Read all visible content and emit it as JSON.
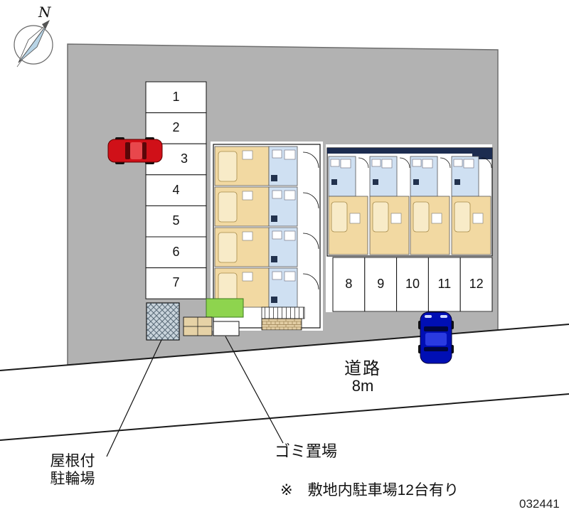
{
  "meta": {
    "plan_number": "032441"
  },
  "compass": {
    "north_label": "N"
  },
  "parking": {
    "left_column": [
      "1",
      "2",
      "3",
      "4",
      "5",
      "6",
      "7"
    ],
    "bottom_row": [
      "8",
      "9",
      "10",
      "11",
      "12"
    ]
  },
  "labels": {
    "road": "道路",
    "road_width": "8m",
    "covered_bike_parking_line1": "屋根付",
    "covered_bike_parking_line2": "駐輪場",
    "garbage_station": "ゴミ置場",
    "note": "※　敷地内駐車場12台有り"
  },
  "colors": {
    "site_gray": "#b2b2b2",
    "room_beige": "#f2d9a2",
    "bed_beige": "#f8ebc8",
    "bath_blue": "#cfe0f2",
    "grass_green": "#8ed44e",
    "car_red": "#d01018",
    "car_blue": "#000fb4",
    "navy_accent": "#1c2c50"
  }
}
